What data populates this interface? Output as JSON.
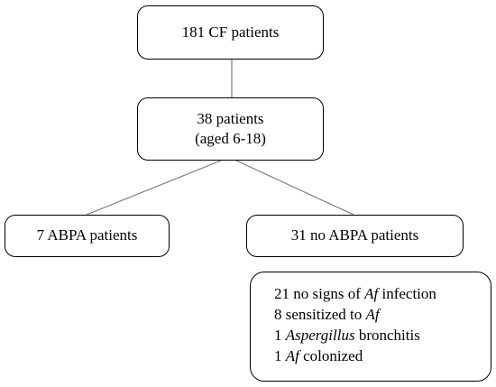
{
  "root": {
    "label": "181 CF patients"
  },
  "cohort": {
    "line1": "38 patients",
    "line2": "(aged 6-18)"
  },
  "left": {
    "label": "7 ABPA patients"
  },
  "right": {
    "label": "31 no ABPA patients"
  },
  "detail": {
    "items": [
      {
        "pre": "21 no signs of ",
        "em": "Af",
        "post": " infection"
      },
      {
        "pre": "8 sensitized to ",
        "em": "Af",
        "post": ""
      },
      {
        "pre": "1 ",
        "em": "Aspergillus",
        "post": " bronchitis"
      },
      {
        "pre": "1 ",
        "em": "Af",
        "post": " colonized"
      }
    ]
  },
  "colors": {
    "connector": "#7a7a7a",
    "border": "#000000"
  }
}
